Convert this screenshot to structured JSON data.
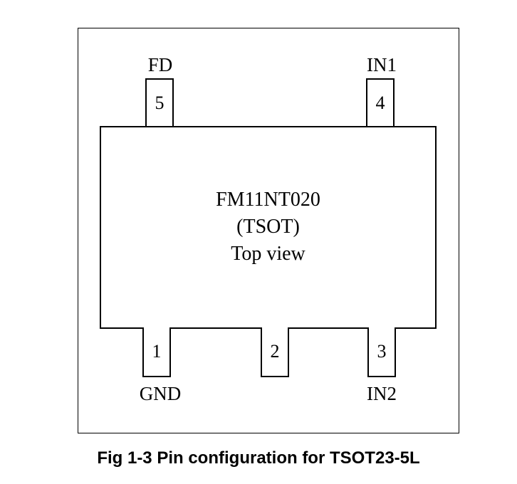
{
  "chip": {
    "name": "FM11NT020",
    "package": "(TSOT)",
    "view": "Top view"
  },
  "pins": {
    "p5": {
      "number": "5",
      "label": "FD"
    },
    "p4": {
      "number": "4",
      "label": "IN1"
    },
    "p1": {
      "number": "1",
      "label": "GND"
    },
    "p2": {
      "number": "2",
      "label": ""
    },
    "p3": {
      "number": "3",
      "label": "IN2"
    }
  },
  "caption": "Fig 1-3 Pin configuration for TSOT23-5L"
}
